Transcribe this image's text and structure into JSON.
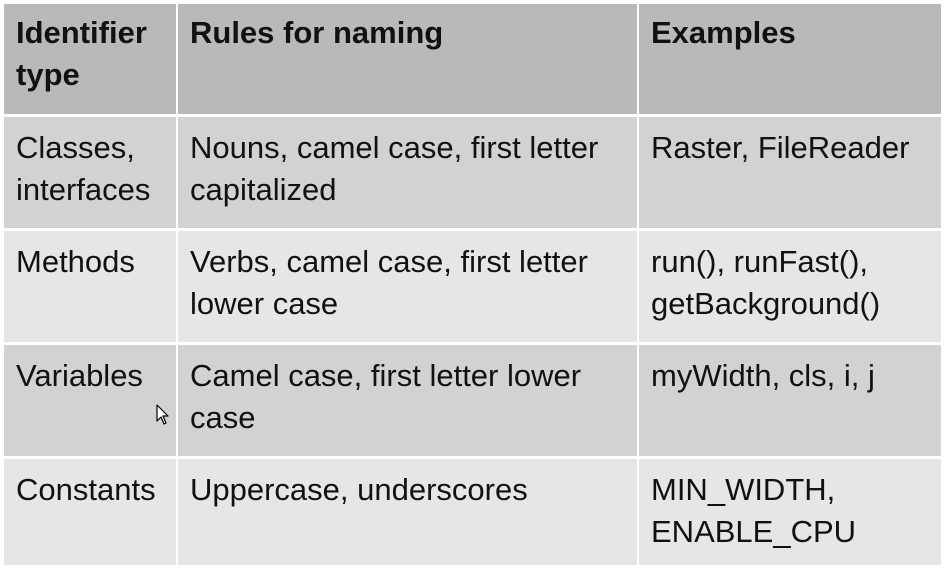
{
  "table": {
    "headers": [
      "Identifier type",
      "Rules for naming",
      "Examples"
    ],
    "rows": [
      {
        "type": "Classes, interfaces",
        "rule": "Nouns, camel case, first letter capitalized",
        "examples": "Raster, FileReader"
      },
      {
        "type": "Methods",
        "rule": "Verbs, camel case, first letter lower case",
        "examples": "run(), runFast(), getBackground()"
      },
      {
        "type": "Variables",
        "rule": "Camel case, first letter lower case",
        "examples": "myWidth, cls, i, j"
      },
      {
        "type": "Constants",
        "rule": "Uppercase, underscores",
        "examples": "MIN_WIDTH, ENABLE_CPU"
      }
    ]
  },
  "icons": {
    "cursor": "mouse-pointer-icon"
  }
}
